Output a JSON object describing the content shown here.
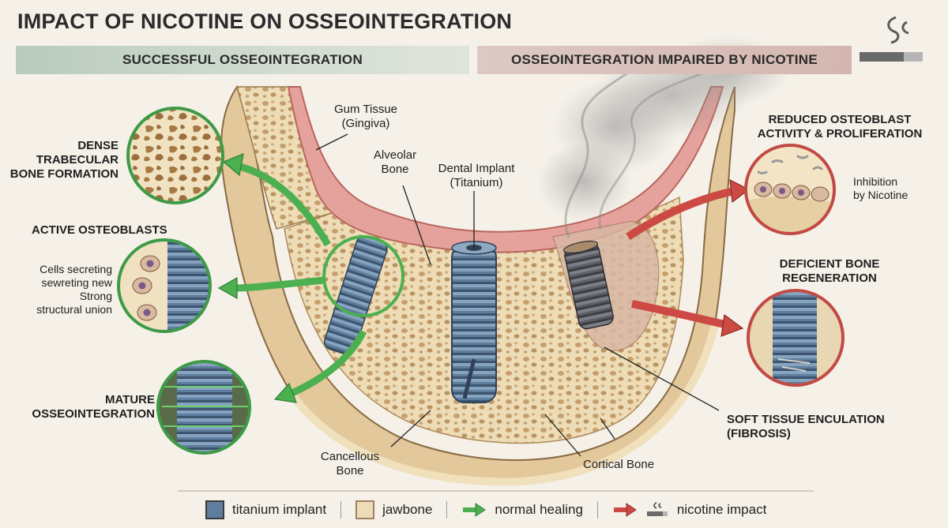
{
  "header": {
    "title": "IMPACT OF NICOTINE ON OSSEOINTEGRATION",
    "banner_left": "SUCCESSFUL OSSEOINTEGRATION",
    "banner_right": "OSSEOINTEGRATION IMPAIRED BY NICOTINE"
  },
  "labels": {
    "gum_tissue": [
      "Gum Tissue",
      "(Gingiva)"
    ],
    "alveolar_bone": [
      "Alveolar",
      "Bone"
    ],
    "dental_implant": [
      "Dental Implant",
      "(Titanium)"
    ],
    "cancellous_bone": [
      "Cancellous",
      "Bone"
    ],
    "cortical_bone": "Cortical Bone",
    "soft_tissue": [
      "SOFT TISSUE ENCULATION",
      "(FIBROSIS)"
    ]
  },
  "left_callouts": {
    "dense_trabecular": [
      "DENSE",
      "TRABECULAR",
      "BONE FORMATION"
    ],
    "active_osteoblasts": "ACTIVE OSTEOBLASTS",
    "cells_secreting": [
      "Cells secreting",
      "sewreting new",
      "Strong",
      "structural union"
    ],
    "mature": [
      "MATURE",
      "OSSEOINTEGRATION"
    ]
  },
  "right_callouts": {
    "reduced_osteoblast": [
      "REDUCED OSTEOBLAST",
      "ACTIVITY & PROLIFERATION"
    ],
    "inhibition": [
      "Inhibition",
      "by Nicotine"
    ],
    "deficient_bone": [
      "DEFICIENT BONE",
      "REGENERATION"
    ]
  },
  "legend": {
    "titanium": "titanium implant",
    "jawbone": "jawbone",
    "normal": "normal healing",
    "nicotine": "nicotine impact"
  },
  "colors": {
    "background": "#f5f1e9",
    "bone": "#ecdcb8",
    "bone_dark": "#c9a877",
    "gum": "#e8a3a0",
    "implant": "#5f7d9c",
    "implant_dark": "#3d546e",
    "green": "#4caf50",
    "red": "#cc4a43",
    "frame_green": "#3f9a47",
    "frame_red": "#c24a44"
  },
  "icons": {
    "header": "cigarette-smoke-icon",
    "legend_nicotine": "cigarette-icon"
  }
}
